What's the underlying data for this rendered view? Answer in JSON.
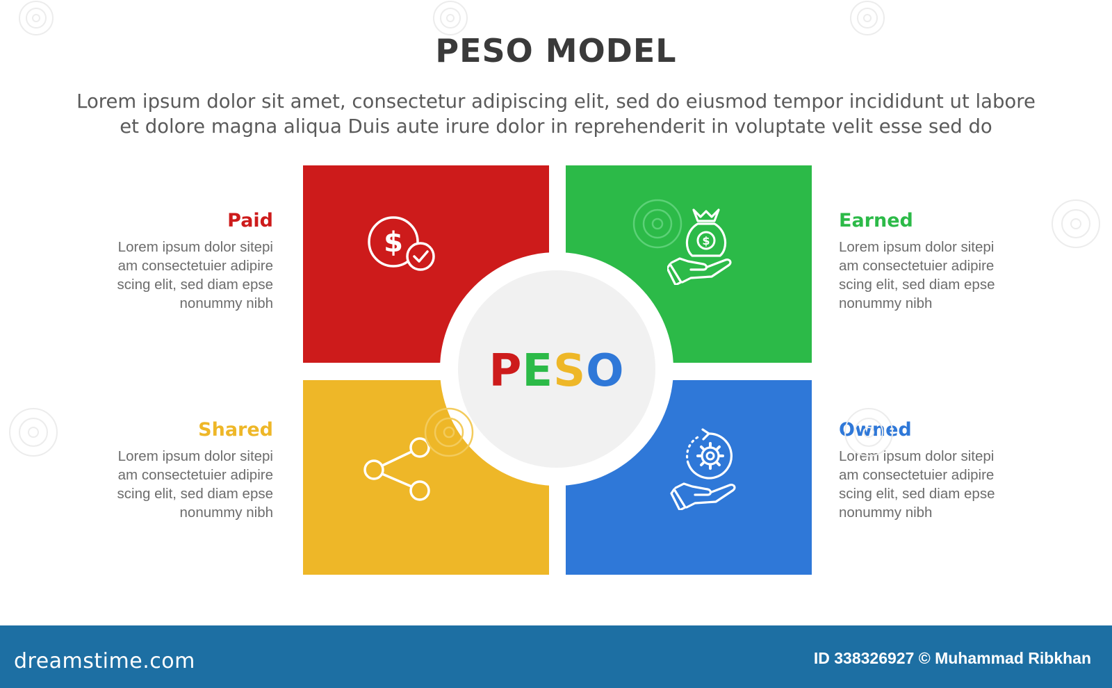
{
  "title": "PESO MODEL",
  "subtitle_lines": [
    "Lorem ipsum dolor sit amet, consectetur adipiscing elit, sed do eiusmod tempor incididunt ut labore",
    "et dolore magna aliqua Duis aute irure dolor in reprehenderit in voluptate velit esse sed do"
  ],
  "center": {
    "letters": [
      "P",
      "E",
      "S",
      "O"
    ]
  },
  "colors": {
    "paid": "#cd1b1b",
    "earned": "#2cba48",
    "shared": "#eeb728",
    "owned": "#2f78d8",
    "center_disc": "#f1f1f1",
    "footer": "#1d6fa3"
  },
  "quadrants": {
    "paid": {
      "title": "Paid",
      "icon": "dollar-coin-check-icon",
      "body_lines": [
        "Lorem ipsum dolor sitepi",
        "am consectetuier adipire",
        "scing elit, sed diam epse",
        "nonummy nibh"
      ]
    },
    "earned": {
      "title": "Earned",
      "icon": "money-bag-hand-icon",
      "body_lines": [
        "Lorem ipsum dolor sitepi",
        "am consectetuier adipire",
        "scing elit, sed diam epse",
        "nonummy nibh"
      ]
    },
    "shared": {
      "title": "Shared",
      "icon": "share-icon",
      "body_lines": [
        "Lorem ipsum dolor sitepi",
        "am consectetuier adipire",
        "scing elit, sed diam epse",
        "nonummy nibh"
      ]
    },
    "owned": {
      "title": "Owned",
      "icon": "gear-hand-icon",
      "body_lines": [
        "Lorem ipsum dolor sitepi",
        "am consectetuier adipire",
        "scing elit, sed diam epse",
        "nonummy nibh"
      ]
    }
  },
  "footer": {
    "logo": "dreamstime.com",
    "credit": "ID 338326927 © Muhammad Ribkhan"
  }
}
